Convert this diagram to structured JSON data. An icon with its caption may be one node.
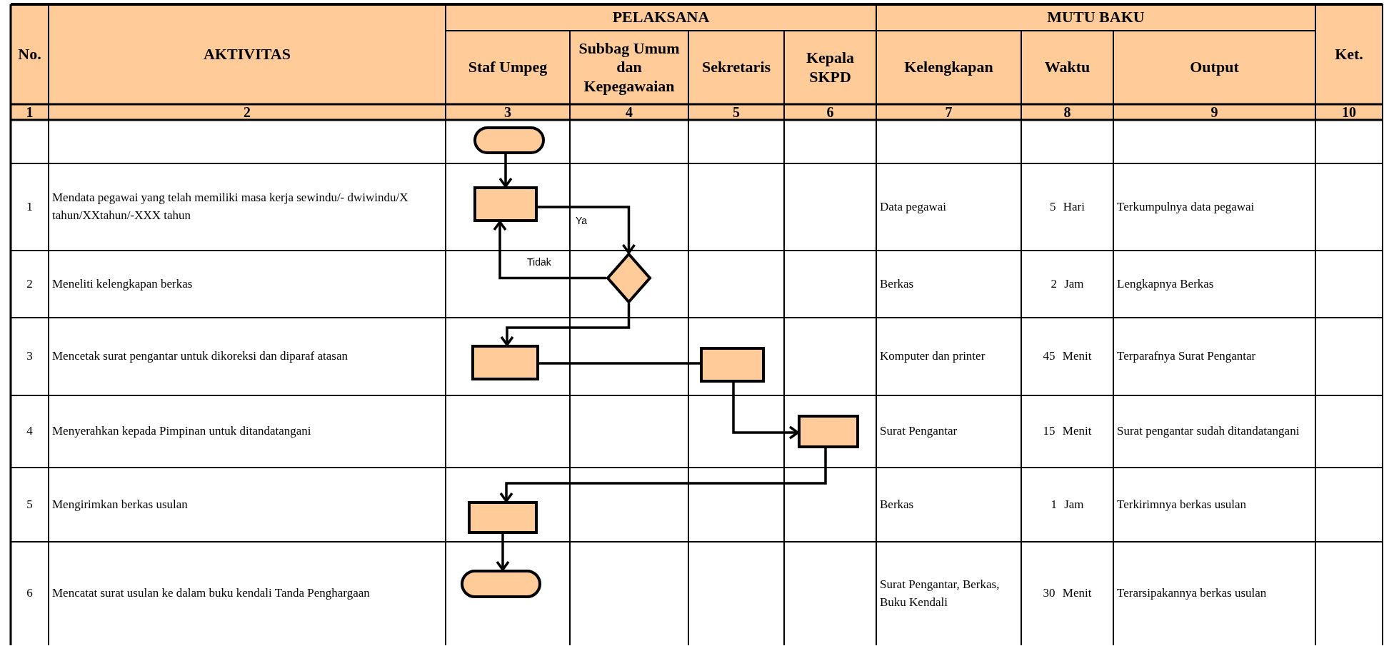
{
  "diagram": {
    "nodes": [
      {
        "text": [],
        "shape": "terminal"
      },
      {
        "text": [],
        "shape": "box"
      },
      {
        "text": [],
        "shape": "diamond"
      },
      {
        "text": [],
        "shape": "box"
      },
      {
        "text": [],
        "shape": "box"
      },
      {
        "text": [],
        "shape": "box"
      },
      {
        "text": [],
        "shape": "box"
      },
      {
        "text": [],
        "shape": "terminal"
      }
    ],
    "edges": [
      {
        "from": 0,
        "to": 1,
        "arrow": "to"
      },
      {
        "from": 1,
        "to": 2,
        "arrow": "to",
        "label": "Ya"
      },
      {
        "from": 2,
        "to": 1,
        "arrow": "to",
        "label": "Tidak"
      },
      {
        "from": 2,
        "to": 3,
        "arrow": "to"
      },
      {
        "from": 3,
        "to": 4,
        "arrow": "none"
      },
      {
        "from": 4,
        "to": 5,
        "arrow": "to"
      },
      {
        "from": 5,
        "to": 6,
        "arrow": "to"
      },
      {
        "from": 6,
        "to": 7,
        "arrow": "to"
      }
    ],
    "labels": [
      "No.",
      "AKTIVITAS",
      "PELAKSANA",
      "MUTU BAKU",
      "Ket.",
      "Staf Umpeg",
      "Subbag Umum dan Kepegawaian",
      "Sekretaris",
      "Kepala SKPD",
      "Kelengkapan",
      "Waktu",
      "Output",
      "1",
      "2",
      "3",
      "4",
      "5",
      "6",
      "7",
      "8",
      "9",
      "10",
      "1",
      "Mendata pegawai yang telah memiliki masa kerja sewindu/- dwiwindu/X tahun/XXtahun/-XXX tahun",
      "Data pegawai",
      "5 Hari",
      "Terkumpulnya data pegawai",
      "2",
      "Meneliti kelengkapan berkas",
      "Berkas",
      "2 Jam",
      "Lengkapnya Berkas",
      "3",
      "Mencetak surat pengantar untuk dikoreksi dan diparaf atasan",
      "Komputer dan printer",
      "45 Menit",
      "Terparafnya Surat Pengantar",
      "4",
      "Menyerahkan kepada Pimpinan untuk ditandatangani",
      "Surat Pengantar",
      "15 Menit",
      "Surat pengantar sudah ditandatangani",
      "5",
      "Mengirimkan berkas usulan",
      "Berkas",
      "1 Jam",
      "Terkirimnya berkas usulan",
      "6",
      "Mencatat surat usulan ke dalam buku kendali Tanda Penghargaan",
      "Surat Pengantar, Berkas, Buku Kendali",
      "30 Menit",
      "Terarsipakannya berkas usulan"
    ]
  }
}
